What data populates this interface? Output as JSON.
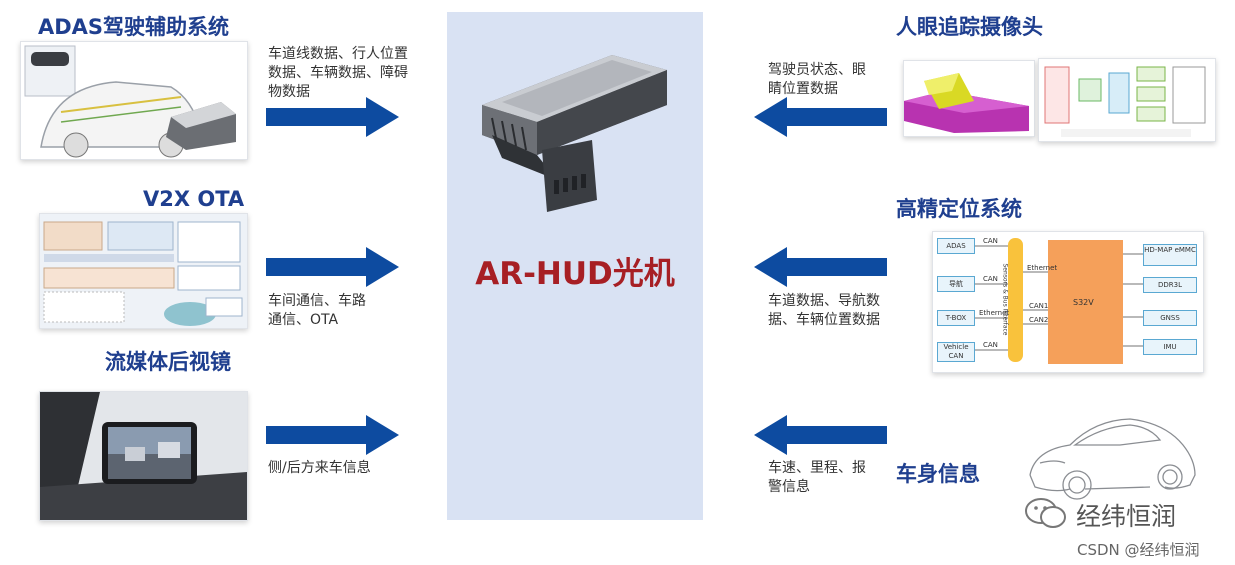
{
  "center": {
    "label": "AR-HUD光机"
  },
  "left": [
    {
      "title": "ADAS驾驶辅助系统",
      "desc": "车道线数据、行人位置数据、车辆数据、障碍物数据"
    },
    {
      "title": "V2X OTA",
      "desc": "车间通信、车路通信、OTA"
    },
    {
      "title": "流媒体后视镜",
      "desc": "侧/后方来车信息"
    }
  ],
  "right": [
    {
      "title": "人眼追踪摄像头",
      "desc": "驾驶员状态、眼睛位置数据"
    },
    {
      "title": "高精定位系统",
      "desc": "车道数据、导航数据、车辆位置数据"
    },
    {
      "title": "车身信息",
      "desc": "车速、里程、报警信息"
    }
  ],
  "positioning_diagram": {
    "left_blocks": [
      "ADAS",
      "导航",
      "T-BOX",
      "Vehicle CAN"
    ],
    "link_labels": [
      "CAN",
      "CAN",
      "Ethernet",
      "CAN"
    ],
    "bus_label": "Sensors & Bus Interface",
    "bus_links": [
      "Ethernet",
      "CAN1",
      "CAN2"
    ],
    "core_label": "S32V",
    "right_blocks": [
      "HD-MAP eMMC",
      "DDR3L",
      "GNSS",
      "IMU"
    ]
  },
  "watermark": "经纬恒润",
  "csdn": "CSDN @经纬恒润",
  "colors": {
    "arrow": "#0d4ba0",
    "title": "#1f3f8f",
    "center_bg": "#d9e2f3",
    "center_label": "#a71f24",
    "core": "#f5a05a"
  }
}
